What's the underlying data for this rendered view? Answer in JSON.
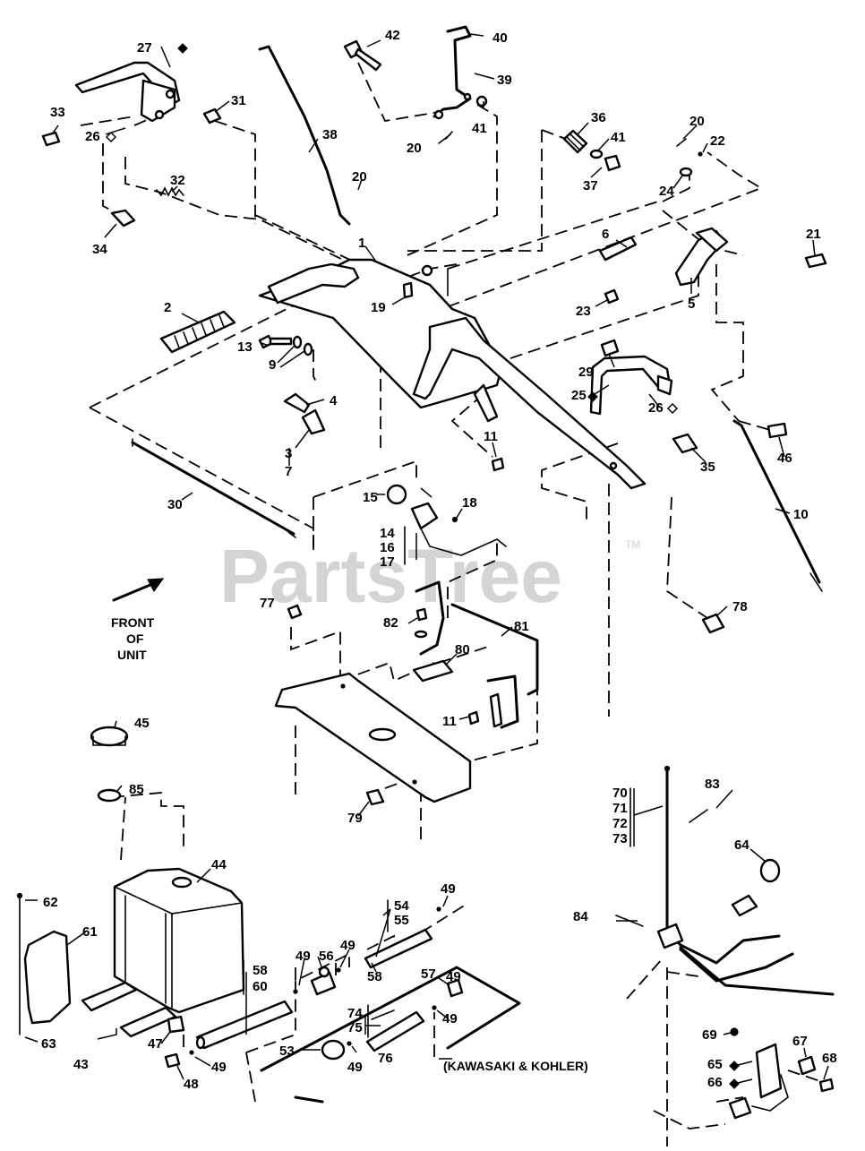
{
  "watermark": {
    "brand": "PartsTree",
    "trademark": "TM"
  },
  "notes": {
    "front_of_unit_line1": "FRONT",
    "front_of_unit_line2": "OF",
    "front_of_unit_line3": "UNIT",
    "engine_note": "(KAWASAKI & KOHLER)"
  },
  "callouts": {
    "c1": "1",
    "c2": "2",
    "c3": "3",
    "c4": "4",
    "c5": "5",
    "c6": "6",
    "c7": "7",
    "c9": "9",
    "c10": "10",
    "c11a": "11",
    "c11b": "11",
    "c13": "13",
    "c14": "14",
    "c15": "15",
    "c16": "16",
    "c17": "17",
    "c18": "18",
    "c19": "19",
    "c20a": "20",
    "c20b": "20",
    "c20c": "20",
    "c21": "21",
    "c22": "22",
    "c23": "23",
    "c24": "24",
    "c25": "25",
    "c26a": "26",
    "c26b": "26",
    "c27": "27",
    "c29": "29",
    "c30": "30",
    "c31": "31",
    "c32": "32",
    "c33": "33",
    "c34": "34",
    "c35": "35",
    "c36": "36",
    "c37": "37",
    "c38": "38",
    "c39": "39",
    "c40": "40",
    "c41a": "41",
    "c41b": "41",
    "c42": "42",
    "c43": "43",
    "c44": "44",
    "c45": "45",
    "c46": "46",
    "c47": "47",
    "c48": "48",
    "c49a": "49",
    "c49b": "49",
    "c49c": "49",
    "c49d": "49",
    "c49e": "49",
    "c49f": "49",
    "c49g": "49",
    "c53": "53",
    "c54": "54",
    "c55": "55",
    "c56": "56",
    "c57": "57",
    "c58a": "58",
    "c58b": "58",
    "c60": "60",
    "c61": "61",
    "c62": "62",
    "c63": "63",
    "c64": "64",
    "c65": "65",
    "c66": "66",
    "c67": "67",
    "c68": "68",
    "c69": "69",
    "c70": "70",
    "c71": "71",
    "c72": "72",
    "c73": "73",
    "c74": "74",
    "c75": "75",
    "c76": "76",
    "c77": "77",
    "c78": "78",
    "c79": "79",
    "c80": "80",
    "c81": "81",
    "c82": "82",
    "c83": "83",
    "c84": "84",
    "c85": "85"
  }
}
